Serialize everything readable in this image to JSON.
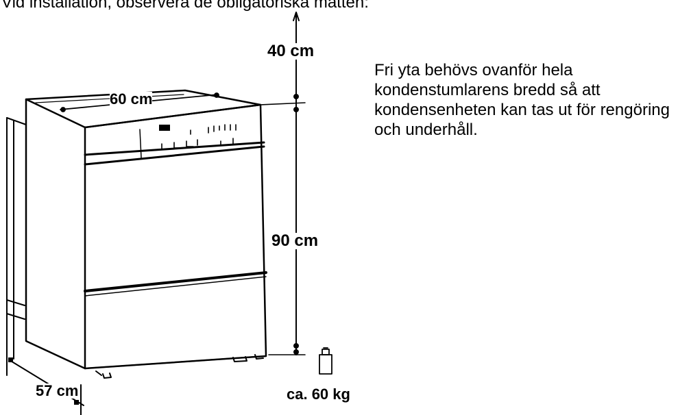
{
  "intro_text": "Vid installation, observera de obligatoriska måtten:",
  "note_text": "Fri yta behövs ovanför hela kondenstumlarens bredd så att kondensenheten kan tas ut för rengöring och underhåll.",
  "dimensions": {
    "clearance_top": "40 cm",
    "width": "60 cm",
    "height": "90 cm",
    "depth": "57 cm"
  },
  "weight": "ca. 60 kg",
  "icons": {
    "weight_icon": "weight-icon",
    "dryer": "dryer-illustration"
  }
}
